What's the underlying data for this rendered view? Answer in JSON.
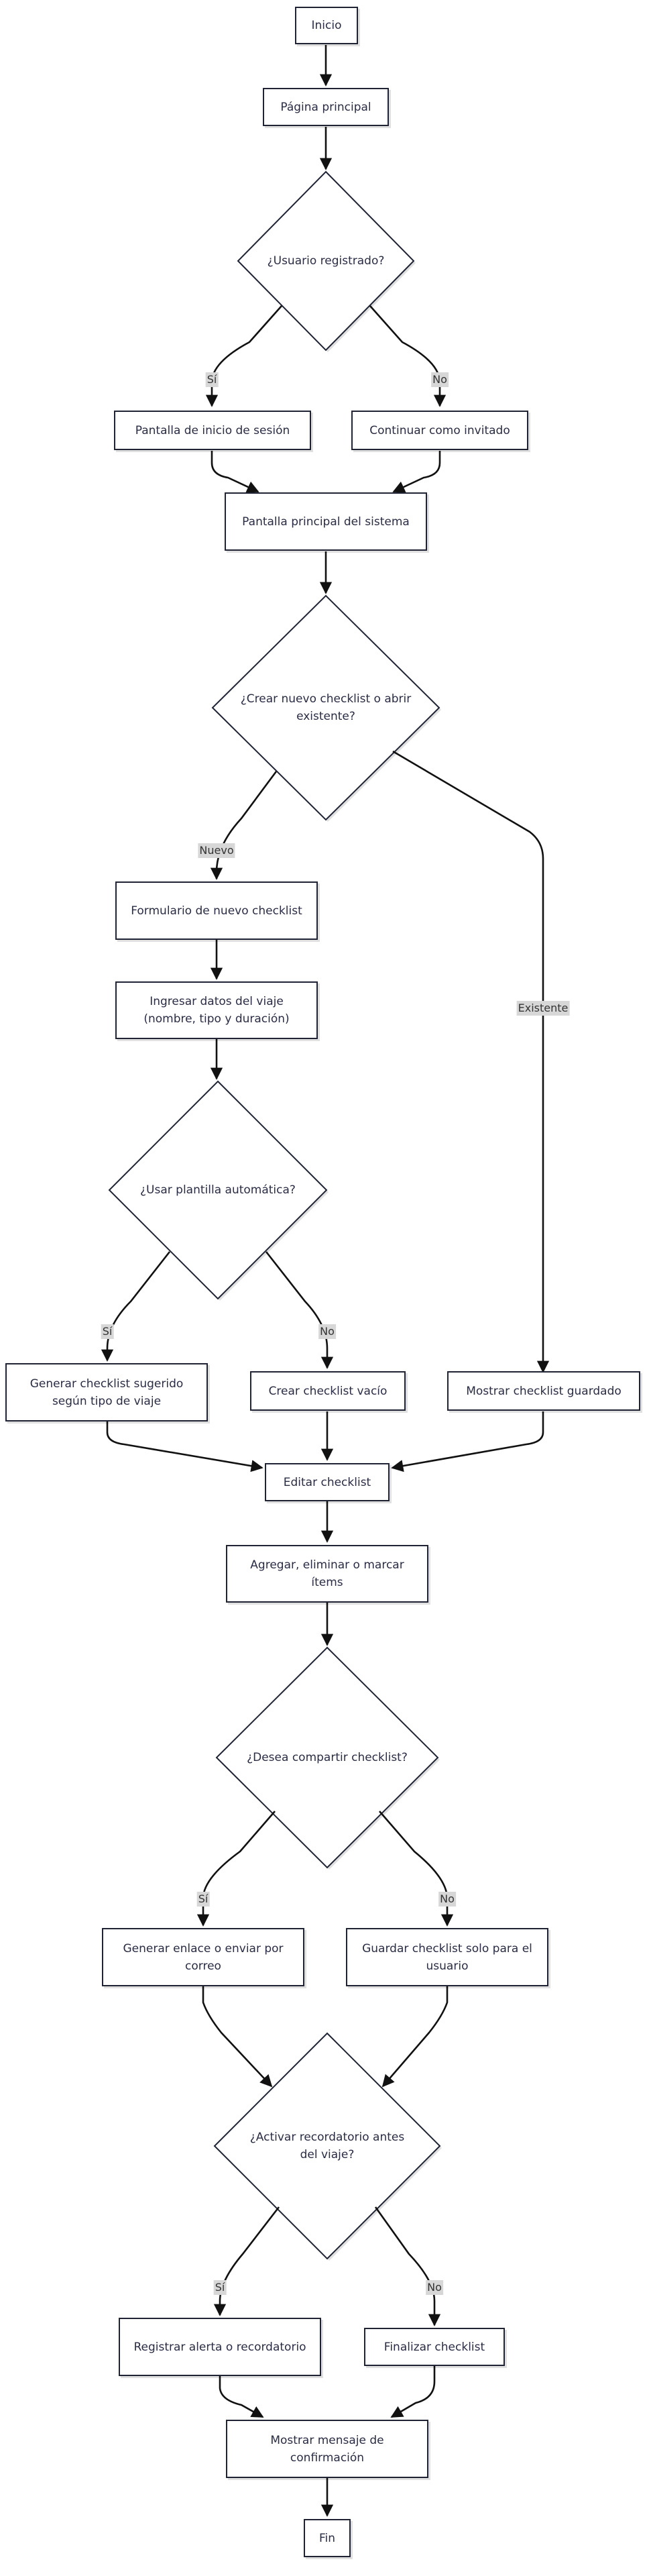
{
  "nodes": {
    "inicio": "Inicio",
    "pagina_principal": "Página principal",
    "usuario_registrado": "¿Usuario registrado?",
    "pantalla_inicio_sesion": "Pantalla de inicio de sesión",
    "continuar_invitado": "Continuar como invitado",
    "pantalla_principal_sistema": "Pantalla principal del sistema",
    "crear_o_abrir": "¿Crear nuevo checklist o abrir existente?",
    "formulario_nuevo": "Formulario de nuevo checklist",
    "ingresar_datos": "Ingresar datos del viaje (nombre, tipo y duración)",
    "usar_plantilla": "¿Usar plantilla automática?",
    "generar_sugerido": "Generar checklist sugerido según tipo de viaje",
    "crear_vacio": "Crear checklist vacío",
    "mostrar_guardado": "Mostrar checklist guardado",
    "editar_checklist": "Editar checklist",
    "agregar_eliminar": "Agregar, eliminar o marcar ítems",
    "desea_compartir": "¿Desea compartir checklist?",
    "generar_enlace": "Generar enlace o enviar por correo",
    "guardar_solo": "Guardar checklist solo para el usuario",
    "activar_recordatorio": "¿Activar recordatorio antes del viaje?",
    "registrar_alerta": "Registrar alerta o recordatorio",
    "finalizar": "Finalizar checklist",
    "mostrar_confirmacion": "Mostrar mensaje de confirmación",
    "fin": "Fin"
  },
  "edge_labels": {
    "usuario_si": "Sí",
    "usuario_no": "No",
    "nuevo": "Nuevo",
    "existente": "Existente",
    "plantilla_si": "Sí",
    "plantilla_no": "No",
    "compartir_si": "Sí",
    "compartir_no": "No",
    "recordatorio_si": "Sí",
    "recordatorio_no": "No"
  }
}
